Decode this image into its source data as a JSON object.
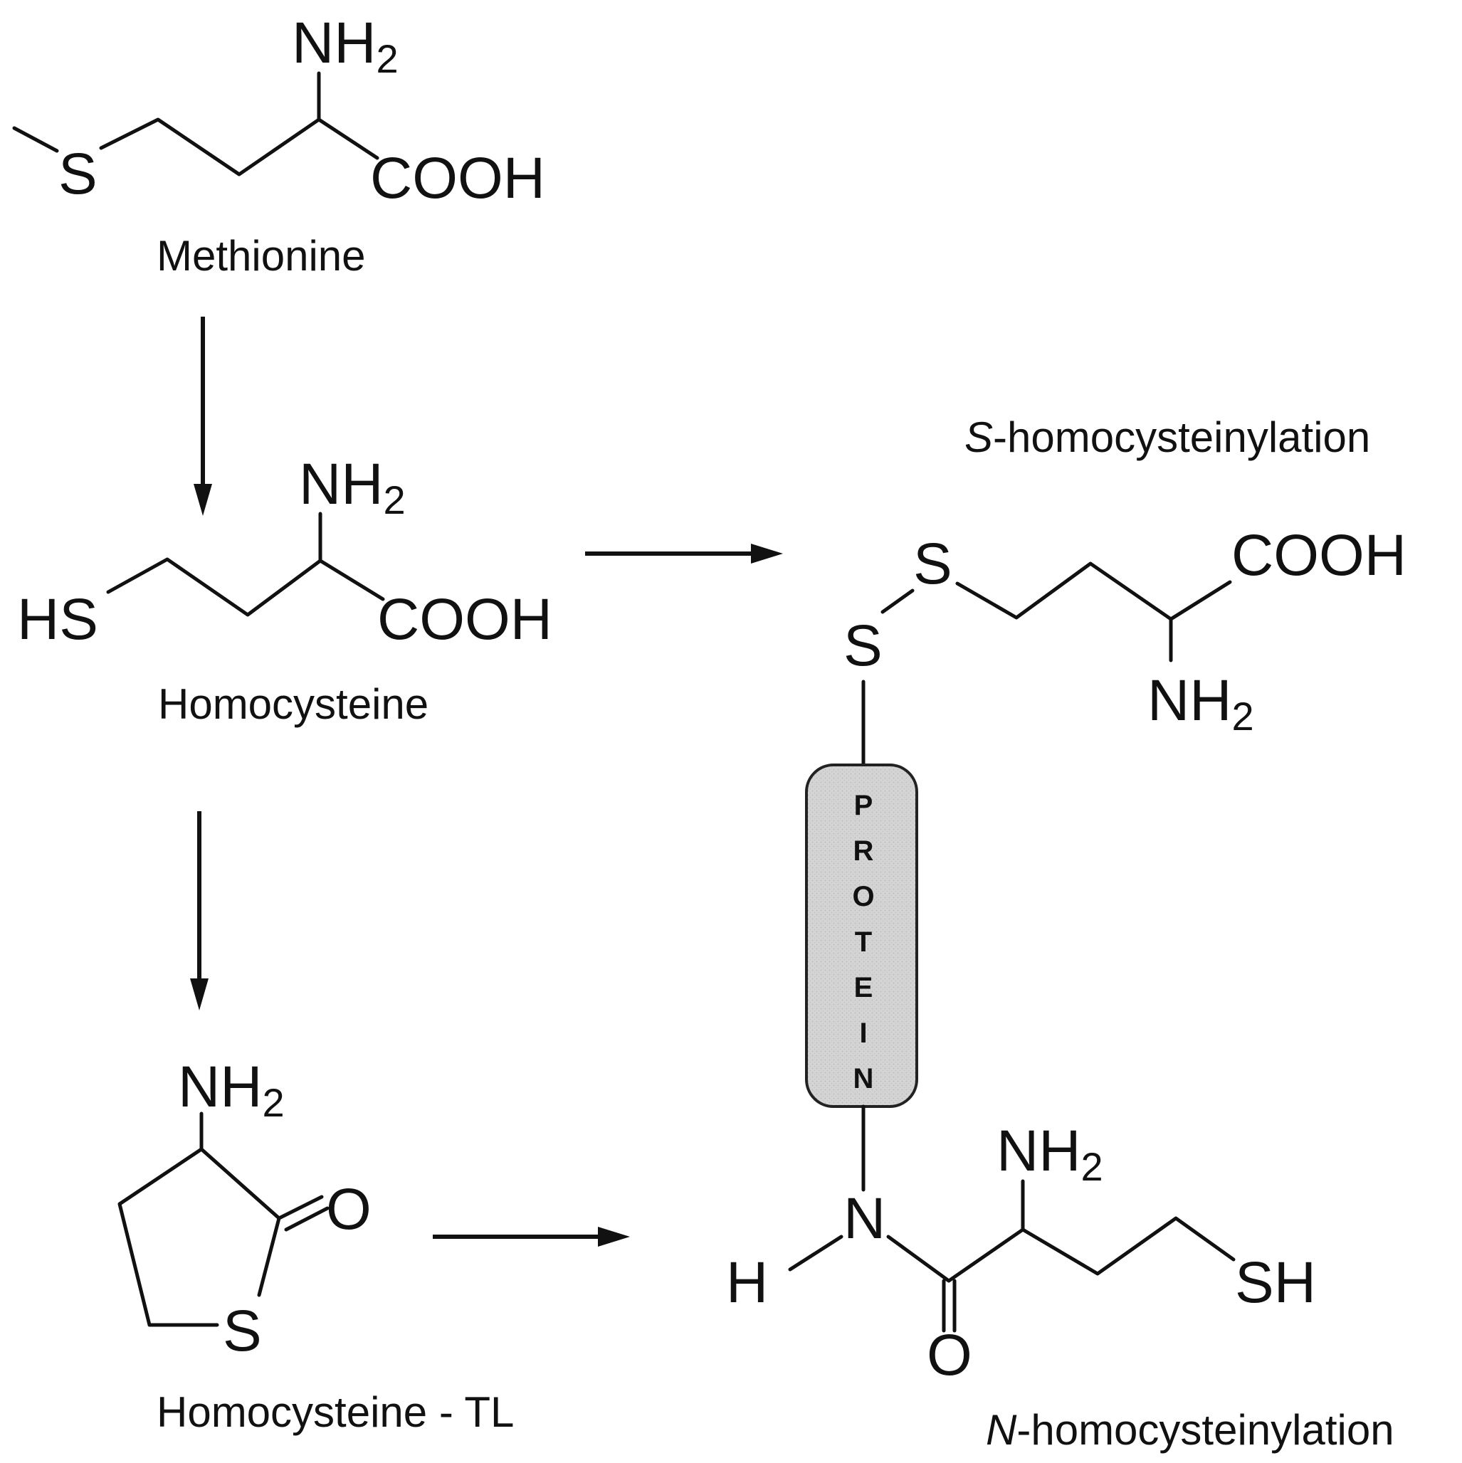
{
  "molecules": {
    "methionine": {
      "name": "Methionine",
      "amine": "NH",
      "amine_sub": "2",
      "carboxyl": "COOH",
      "sulfur": "S"
    },
    "homocysteine": {
      "name": "Homocysteine",
      "amine": "NH",
      "amine_sub": "2",
      "carboxyl": "COOH",
      "thiol": "HS"
    },
    "homocysteine_tl": {
      "name": "Homocysteine - TL",
      "amine": "NH",
      "amine_sub": "2",
      "oxygen": "O",
      "sulfur": "S"
    },
    "s_product": {
      "title_italic": "S",
      "title_rest": "-homocysteinylation",
      "sulfur_a": "S",
      "sulfur_b": "S",
      "carboxyl": "COOH",
      "amine": "NH",
      "amine_sub": "2"
    },
    "n_product": {
      "title_italic": "N",
      "title_rest": "-homocysteinylation",
      "nitrogen": "N",
      "hydrogen": "H",
      "oxygen": "O",
      "amine": "NH",
      "amine_sub": "2",
      "thiol": "SH"
    }
  },
  "protein": {
    "letters": [
      "P",
      "R",
      "O",
      "T",
      "E",
      "I",
      "N"
    ],
    "fill": "#d4d4d4"
  },
  "colors": {
    "ink": "#111111",
    "background": "#ffffff"
  }
}
